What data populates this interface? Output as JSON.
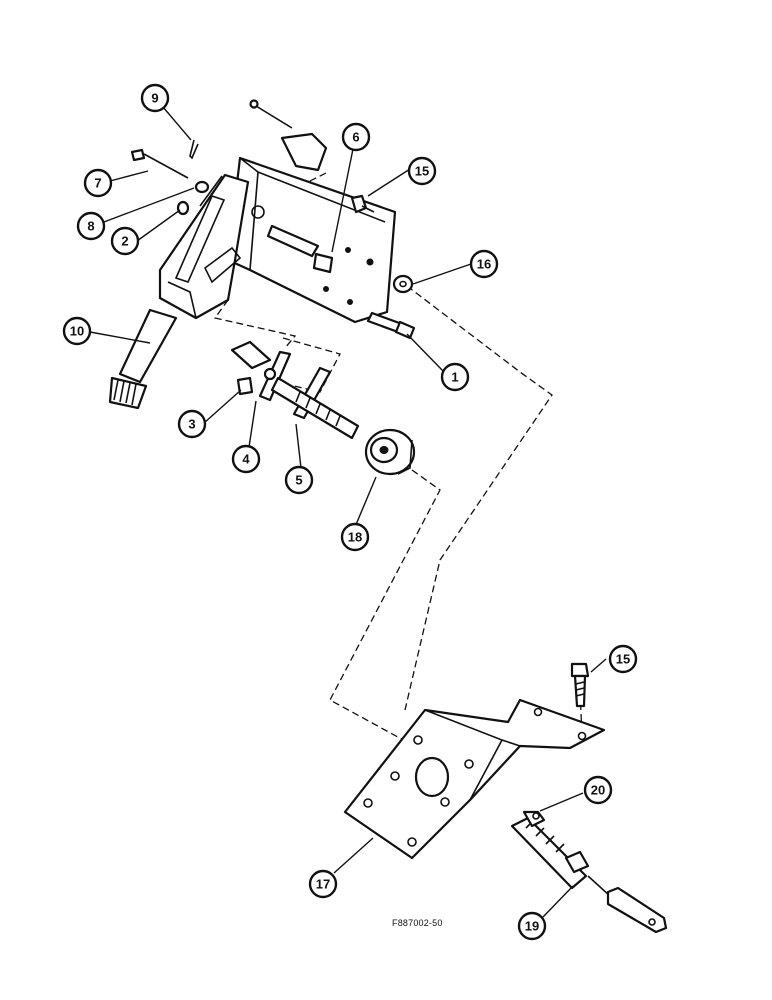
{
  "figure": {
    "reference_code": "F887002-50",
    "callouts": [
      {
        "id": "c1",
        "label": "1"
      },
      {
        "id": "c2",
        "label": "2"
      },
      {
        "id": "c3",
        "label": "3"
      },
      {
        "id": "c4",
        "label": "4"
      },
      {
        "id": "c5",
        "label": "5"
      },
      {
        "id": "c6",
        "label": "6"
      },
      {
        "id": "c7",
        "label": "7"
      },
      {
        "id": "c8",
        "label": "8"
      },
      {
        "id": "c9",
        "label": "9"
      },
      {
        "id": "c10",
        "label": "10"
      },
      {
        "id": "c15a",
        "label": "15"
      },
      {
        "id": "c15b",
        "label": "15"
      },
      {
        "id": "c16",
        "label": "16"
      },
      {
        "id": "c17",
        "label": "17"
      },
      {
        "id": "c18",
        "label": "18"
      },
      {
        "id": "c19",
        "label": "19"
      },
      {
        "id": "c20",
        "label": "20"
      }
    ]
  }
}
